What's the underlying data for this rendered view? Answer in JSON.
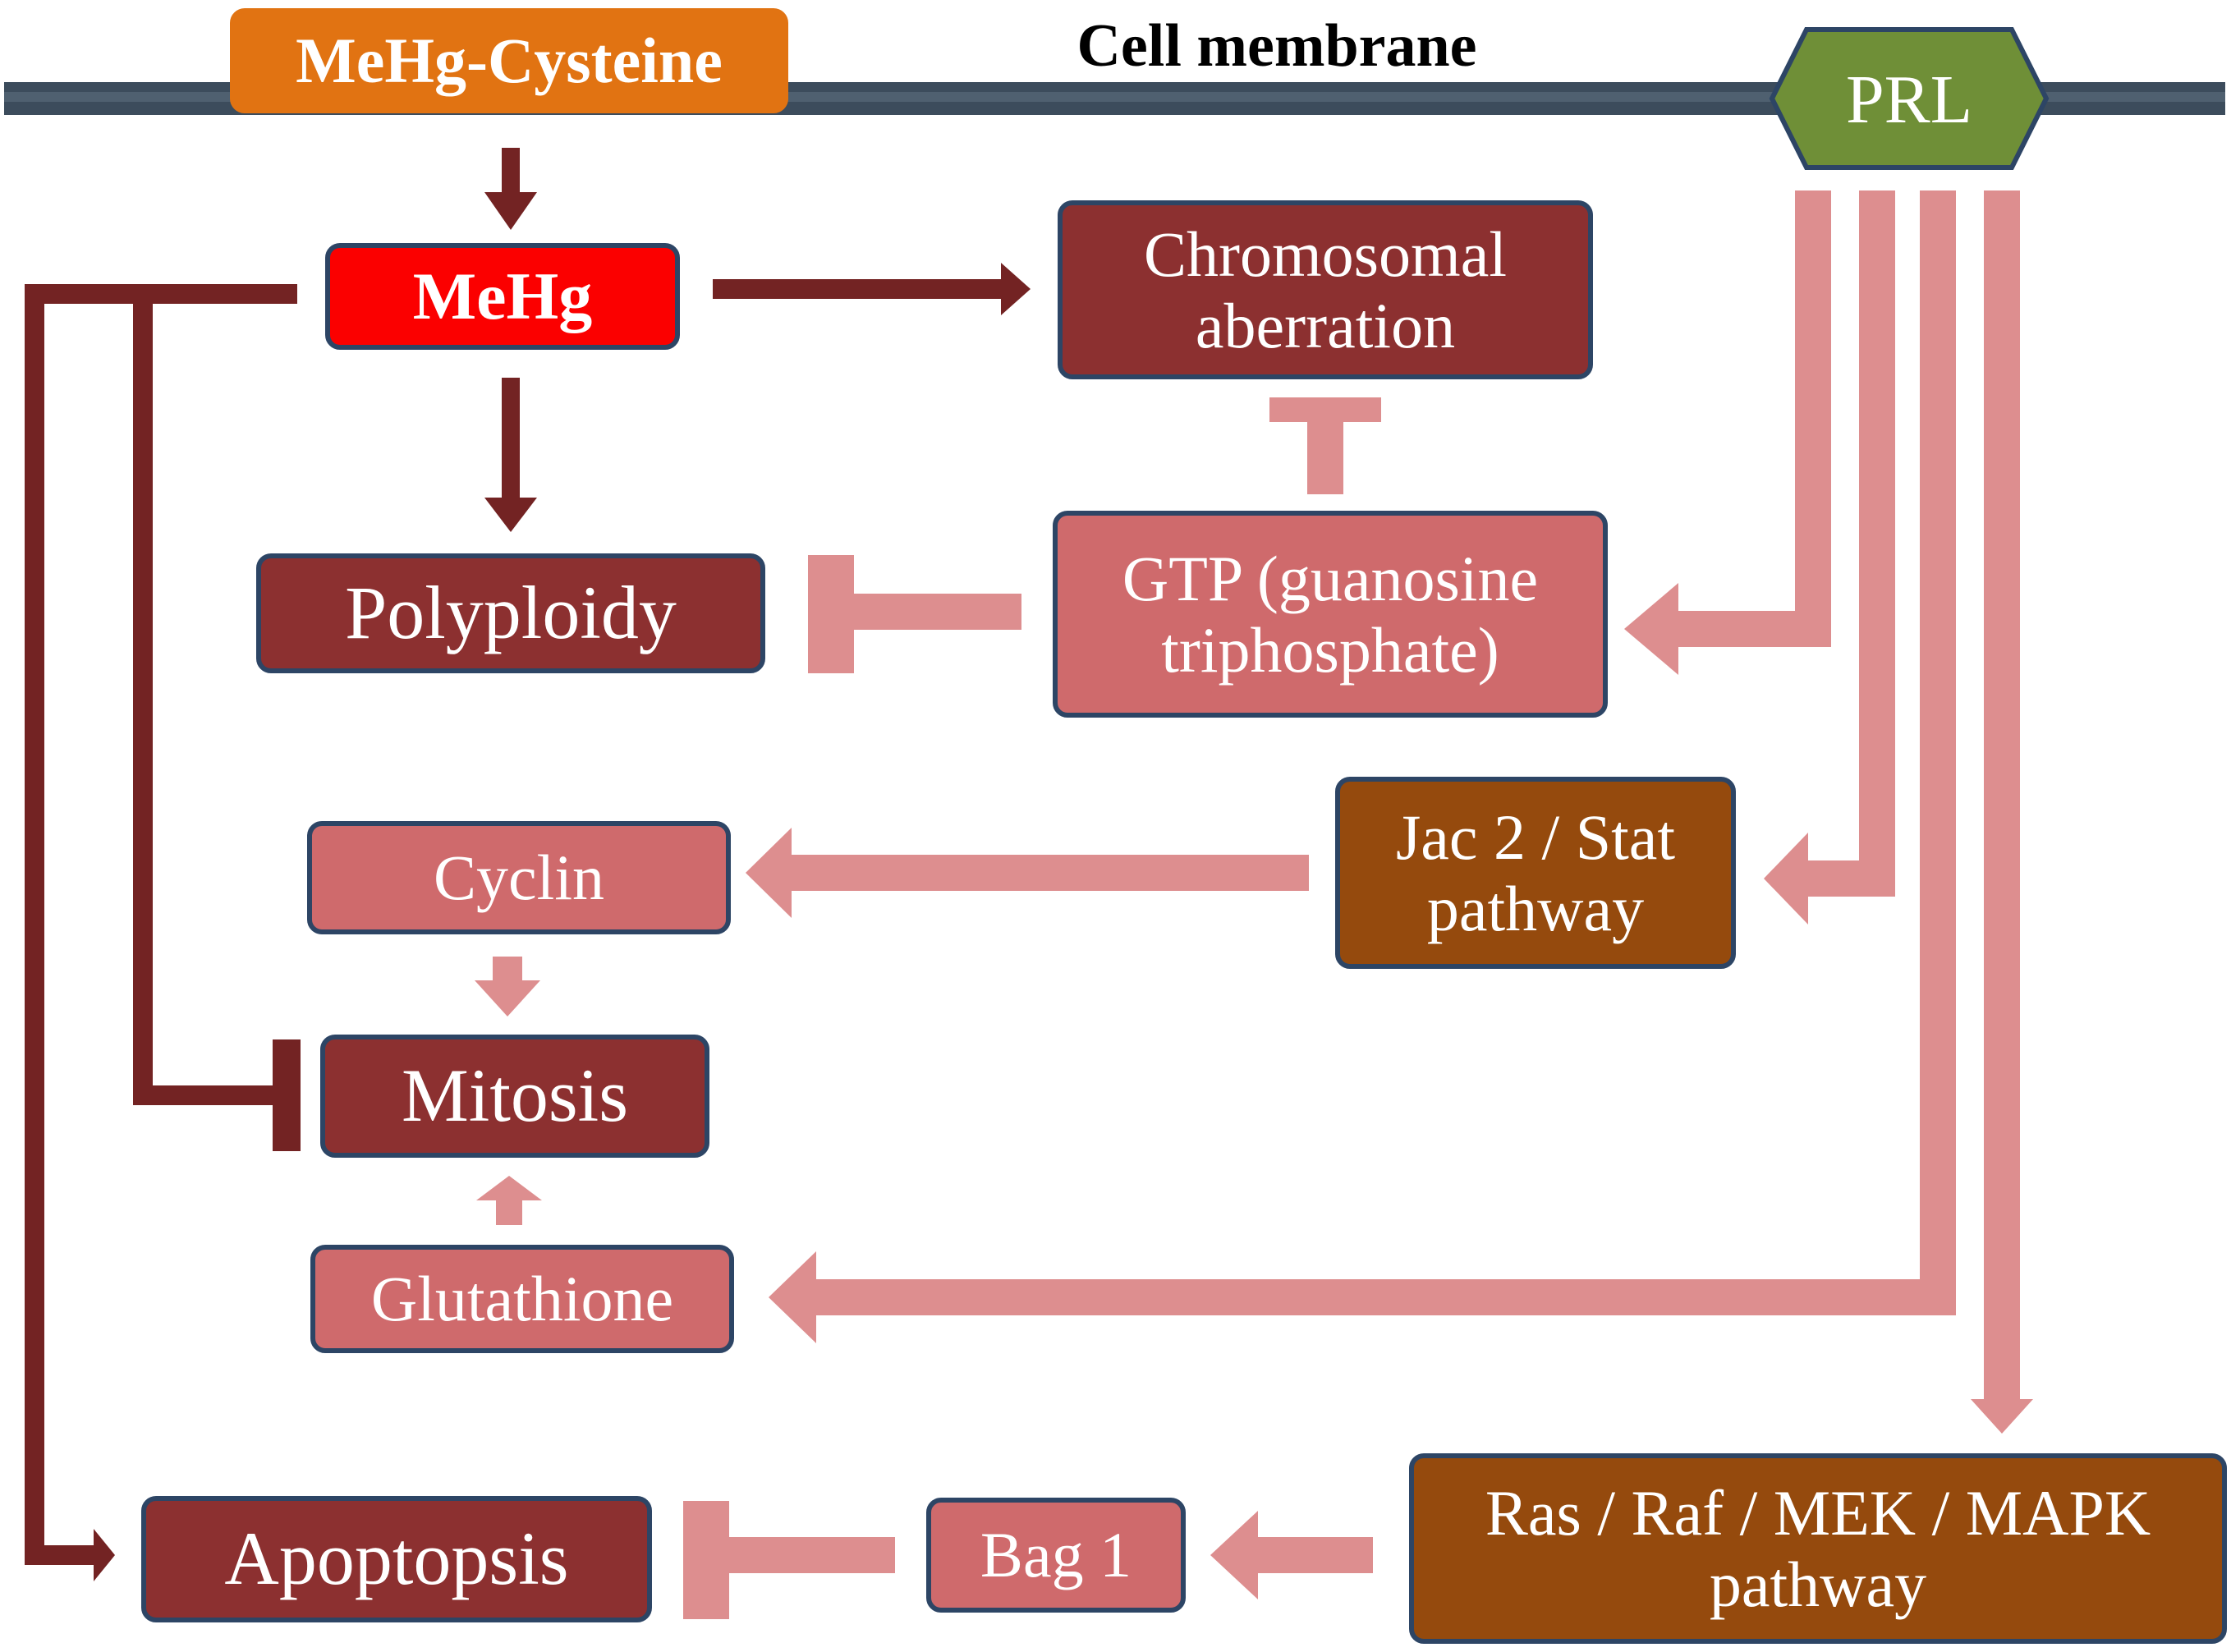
{
  "membrane": {
    "label": "Cell membrane"
  },
  "nodes": {
    "mehg_cysteine": "MeHg-Cysteine",
    "prl": "PRL",
    "mehg": "MeHg",
    "chromosomal": [
      "Chromosomal",
      "aberration"
    ],
    "polyploidy": "Polyploidy",
    "gtp": [
      "GTP (guanosine",
      "triphosphate)"
    ],
    "cyclin": "Cyclin",
    "jac_stat": [
      "Jac 2 / Stat",
      "pathway"
    ],
    "mitosis": "Mitosis",
    "glutathione": "Glutathione",
    "apoptosis": "Apoptopsis",
    "bag1": "Bag 1",
    "ras": [
      "Ras / Raf / MEK / MAPK",
      "pathway"
    ]
  },
  "colors": {
    "membrane": "#3c4c5c",
    "dark_arrow": "#732323",
    "light_arrow": "#dd8e8f",
    "prl": "#6f8f37",
    "node_border": "#2d4565"
  }
}
